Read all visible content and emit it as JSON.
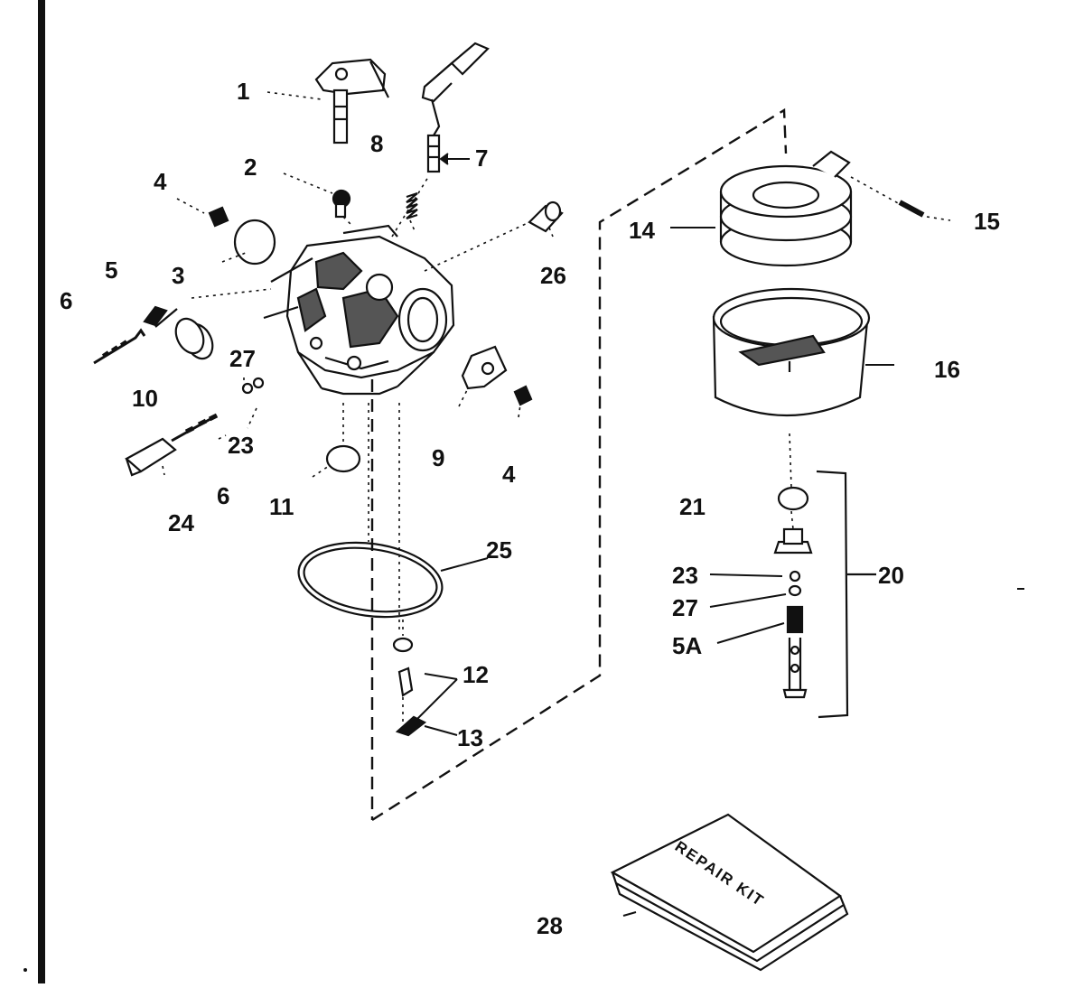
{
  "diagram": {
    "colors": {
      "ink": "#111111",
      "paper": "#ffffff",
      "shade": "#555555"
    },
    "callouts": {
      "c1": "1",
      "c2": "2",
      "c3": "3",
      "c4a": "4",
      "c4b": "4",
      "c5": "5",
      "c5a": "5A",
      "c6a": "6",
      "c6b": "6",
      "c7": "7",
      "c8": "8",
      "c9": "9",
      "c10": "10",
      "c11": "11",
      "c12": "12",
      "c13": "13",
      "c14": "14",
      "c15": "15",
      "c16": "16",
      "c20": "20",
      "c21": "21",
      "c23a": "23",
      "c23b": "23",
      "c24": "24",
      "c25": "25",
      "c26": "26",
      "c27a": "27",
      "c27b": "27",
      "c28": "28"
    },
    "repair_kit_text": "REPAIR KIT"
  }
}
